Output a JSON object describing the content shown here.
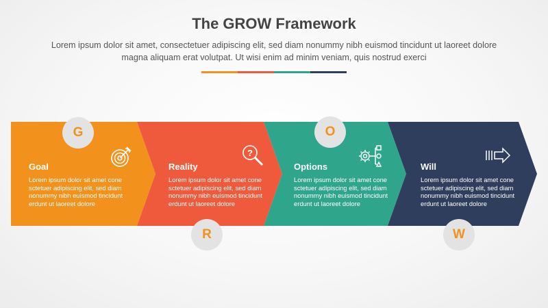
{
  "title": "The GROW Framework",
  "subtitle": "Lorem ipsum dolor sit amet, consectetuer adipiscing elit, sed diam nonummy nibh euismod tincidunt ut laoreet dolore magna aliquam erat volutpat. Ut wisi enim ad minim veniam, quis nostrud exerci",
  "divider_colors": [
    "#f2911b",
    "#ee5a3b",
    "#2fa58c",
    "#2e3e5c"
  ],
  "steps": [
    {
      "letter": "G",
      "heading": "Goal",
      "body": "Lorem ipsum dolor sit amet cone sctetuer adipiscing elit, sed diam nonummy nibh euismod tincidunt erdunt ut laoreet dolore",
      "color": "#f2911b",
      "icon": "target-icon"
    },
    {
      "letter": "R",
      "heading": "Reality",
      "body": "Lorem ipsum dolor sit amet cone sctetuer adipiscing elit, sed diam nonummy nibh euismod tincidunt erdunt ut laoreet dolore",
      "color": "#ee5a3b",
      "icon": "question-magnifier-icon"
    },
    {
      "letter": "O",
      "heading": "Options",
      "body": "Lorem ipsum dolor sit amet cone sctetuer adipiscing elit, sed diam nonummy nibh euismod tincidunt erdunt ut laoreet dolore",
      "color": "#2fa58c",
      "icon": "gear-flowchart-icon"
    },
    {
      "letter": "W",
      "heading": "Will",
      "body": "Lorem ipsum dolor sit amet cone sctetuer adipiscing elit, sed diam nonummy nibh euismod tincidunt erdunt ut laoreet dolore",
      "color": "#2e3e5c",
      "icon": "arrow-right-icon"
    }
  ],
  "circle_text_color": "#f2911b"
}
